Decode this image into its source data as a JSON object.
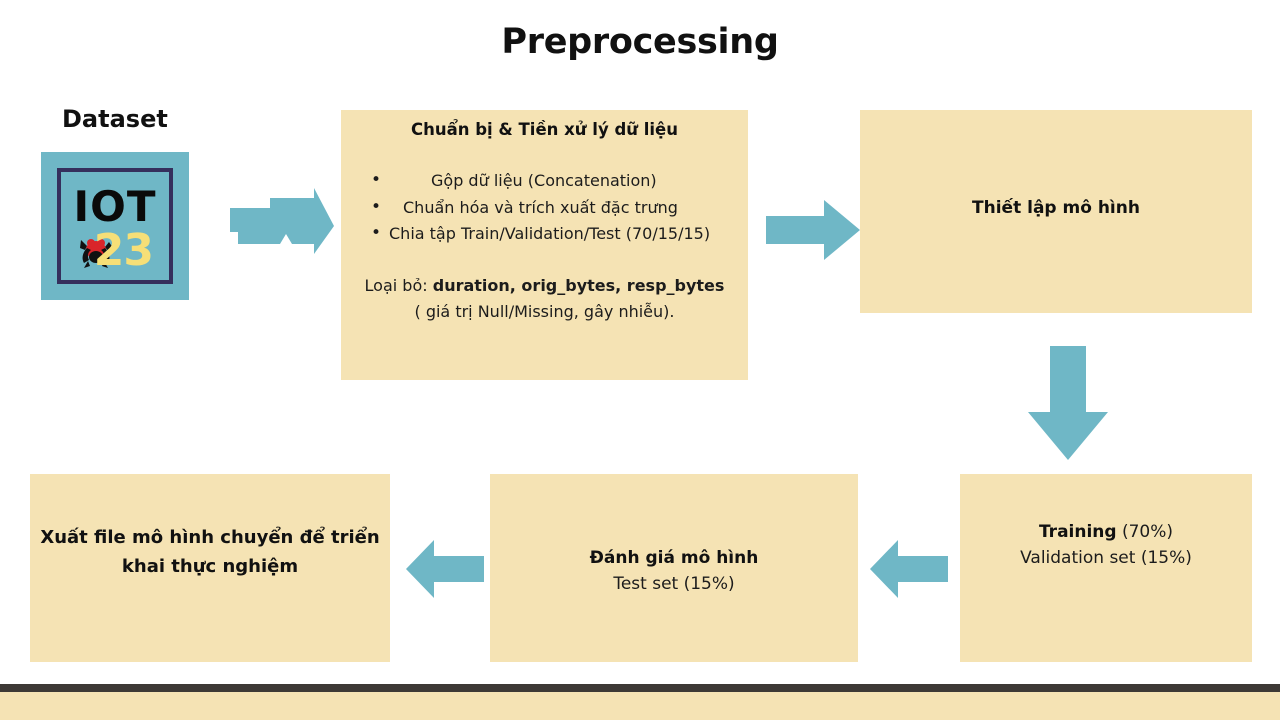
{
  "slide": {
    "title": "Preprocessing",
    "dataset_label": "Dataset"
  },
  "logo": {
    "name": "iot23-dataset-logo",
    "top_text": "IOT",
    "bottom_text": "23",
    "bg_color": "#6fb7c6",
    "frame_color": "#352f5c",
    "number_color": "#f6df77",
    "frog_body_color": "#d9252a",
    "frog_leg_color": "#111111"
  },
  "colors": {
    "box_fill": "#f5e3b4",
    "arrow": "#6fb7c6",
    "footer_bar": "#3d3935",
    "text": "#1a1a1a"
  },
  "boxes": {
    "preprocessing": {
      "heading": "Chuẩn bị & Tiền xử lý dữ liệu",
      "bullets": [
        "Gộp dữ liệu (Concatenation)",
        "Chuẩn hóa  và trích xuất  đặc trưng",
        "Chia tập Train/Validation/Test (70/15/15)"
      ],
      "drop_label": "Loại bỏ:",
      "drop_fields": "duration, orig_bytes, resp_bytes",
      "drop_note": "( giá trị Null/Missing, gây nhiễu)."
    },
    "model_setup": {
      "title": "Thiết  lập mô hình"
    },
    "training": {
      "line1_strong": "Training",
      "line1_rest": " (70%)",
      "line2": "Validation set (15%)"
    },
    "evaluation": {
      "title": "Đánh giá mô hình",
      "subtitle": "Test set (15%)"
    },
    "export": {
      "line1": "Xuất file mô hình chuyển để triển",
      "line2": "khai thực nghiệm"
    }
  },
  "arrows": [
    {
      "name": "arrow-dataset-to-preprocessing",
      "direction": "right"
    },
    {
      "name": "arrow-preprocessing-to-setup",
      "direction": "right"
    },
    {
      "name": "arrow-setup-to-training",
      "direction": "down"
    },
    {
      "name": "arrow-training-to-evaluation",
      "direction": "left"
    },
    {
      "name": "arrow-evaluation-to-export",
      "direction": "left"
    }
  ]
}
